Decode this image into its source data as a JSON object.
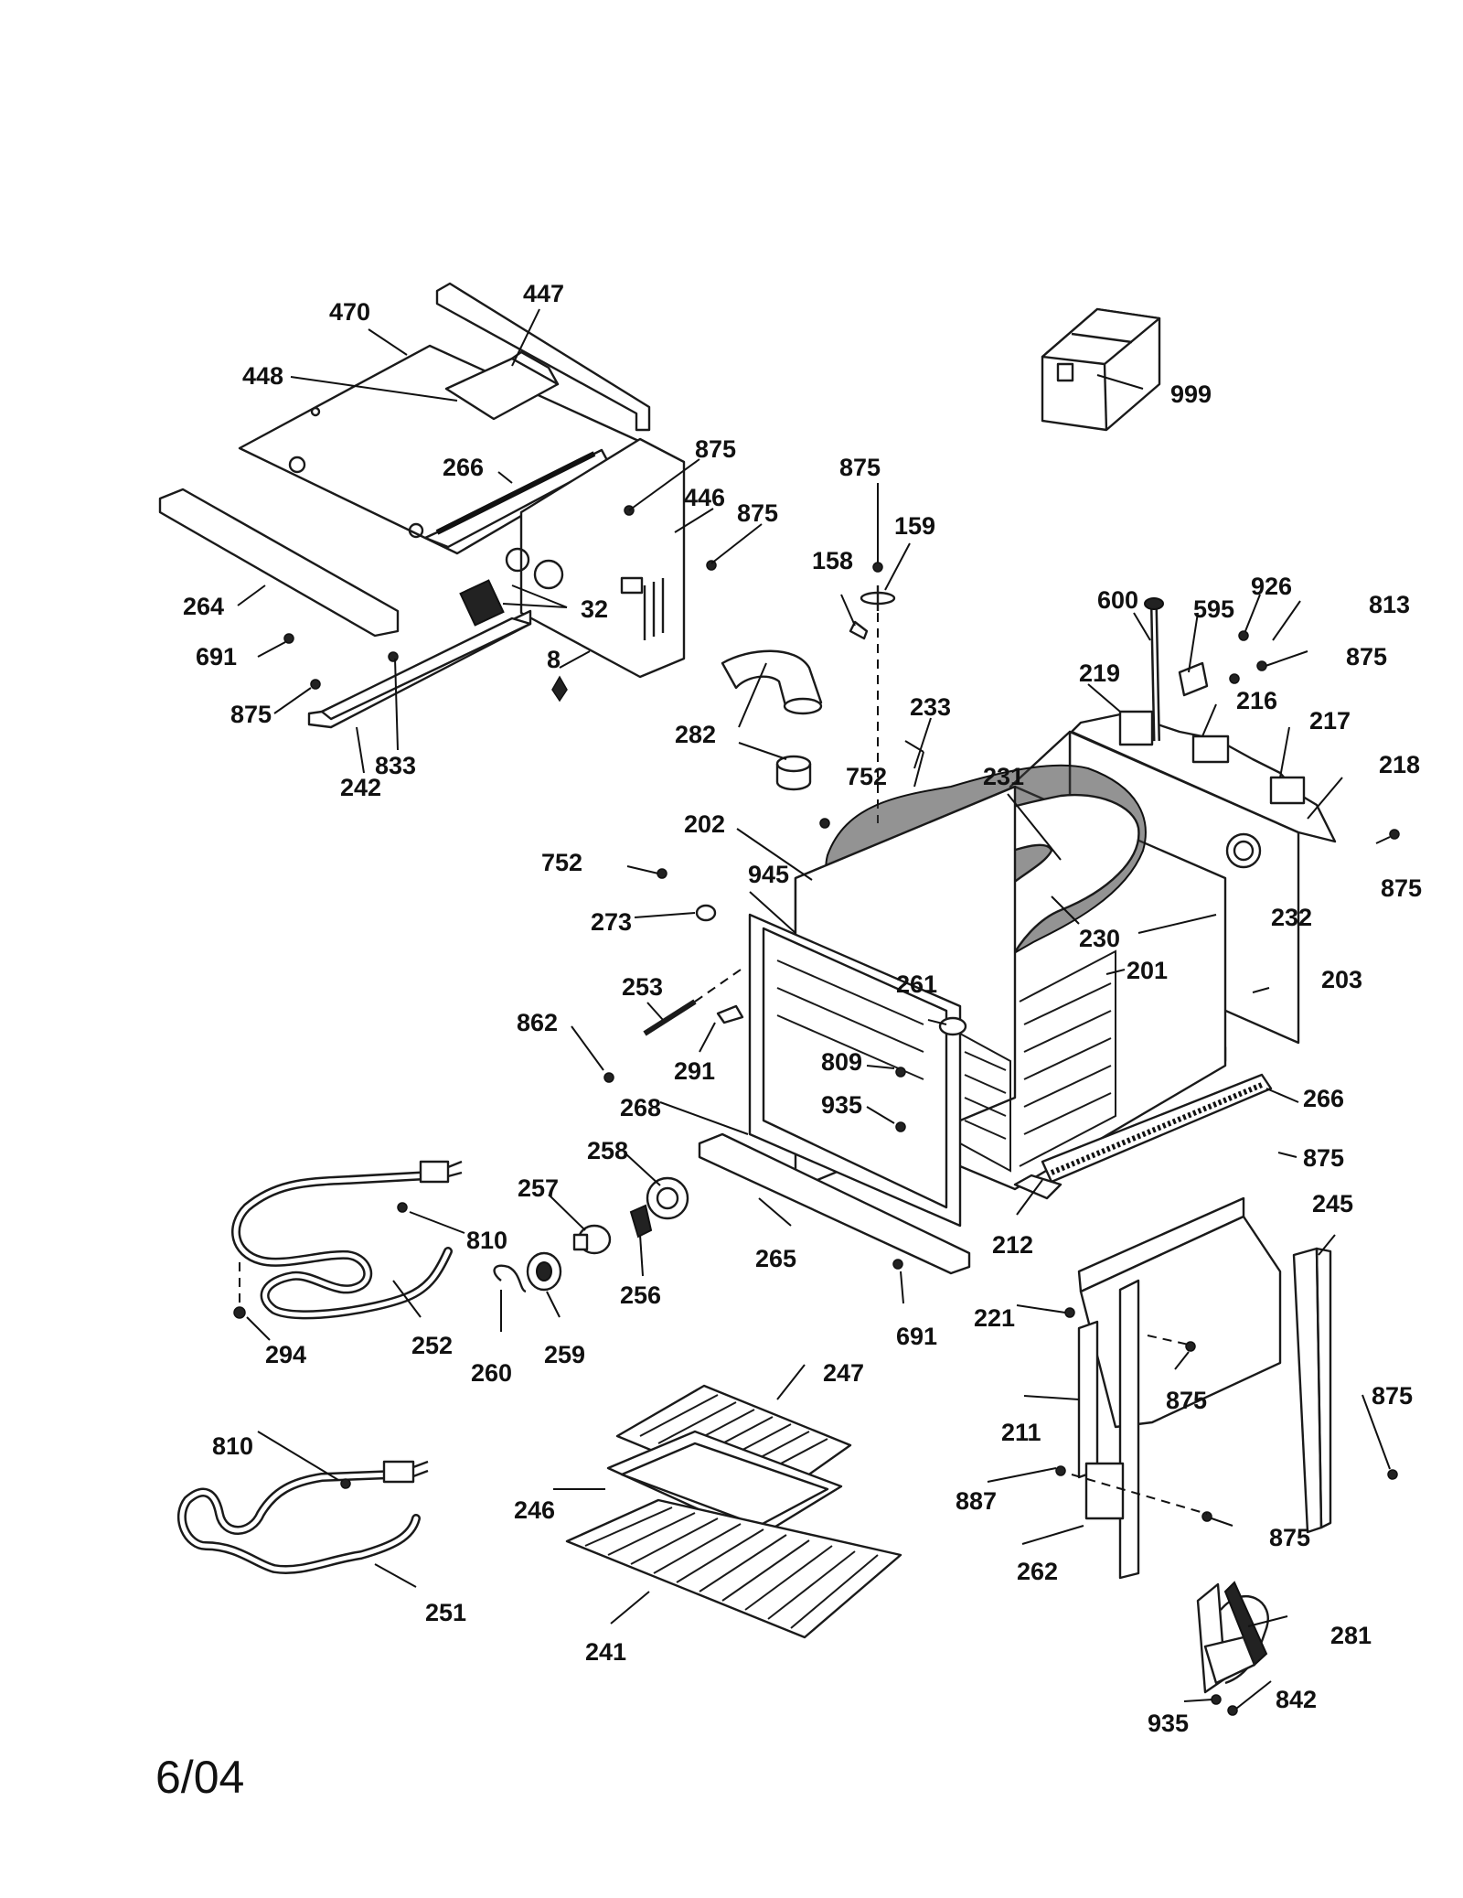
{
  "date_code": "6/04",
  "parts": {
    "p470": "470",
    "p447": "447",
    "p448": "448",
    "p266a": "266",
    "p875a": "875",
    "p446": "446",
    "p875b": "875",
    "p264": "264",
    "p32": "32",
    "p691a": "691",
    "p8": "8",
    "p875c": "875",
    "p833": "833",
    "p242": "242",
    "p282": "282",
    "p875d": "875",
    "p159": "159",
    "p158": "158",
    "p752a": "752",
    "p233": "233",
    "p231": "231",
    "p202": "202",
    "p752b": "752",
    "p945": "945",
    "p273": "273",
    "p230": "230",
    "p201": "201",
    "p232": "232",
    "p203": "203",
    "p253": "253",
    "p862": "862",
    "p261": "261",
    "p291": "291",
    "p809": "809",
    "p935a": "935",
    "p268": "268",
    "p266b": "266",
    "p875e": "875",
    "p258": "258",
    "p257": "257",
    "p810a": "810",
    "p256": "256",
    "p265": "265",
    "p212": "212",
    "p245": "245",
    "p294": "294",
    "p252": "252",
    "p260": "260",
    "p259": "259",
    "p691b": "691",
    "p221": "221",
    "p875f": "875",
    "p875g": "875",
    "p247": "247",
    "p810b": "810",
    "p211": "211",
    "p246": "246",
    "p887": "887",
    "p875h": "875",
    "p262": "262",
    "p251": "251",
    "p241": "241",
    "p281": "281",
    "p842": "842",
    "p935b": "935",
    "p999": "999",
    "p600": "600",
    "p595": "595",
    "p926": "926",
    "p813": "813",
    "p875i": "875",
    "p219": "219",
    "p216": "216",
    "p217": "217",
    "p218": "218",
    "p875j": "875"
  }
}
